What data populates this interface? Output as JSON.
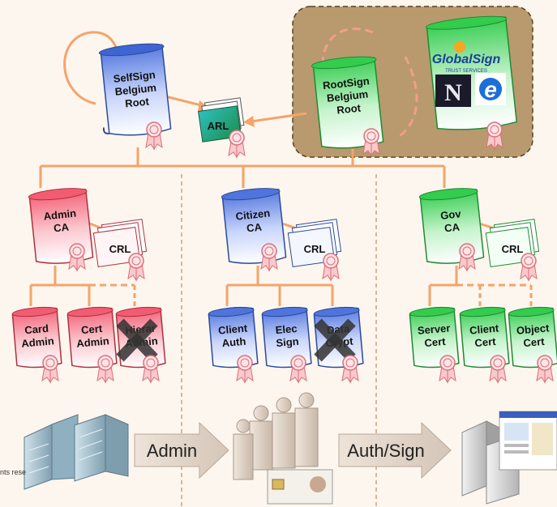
{
  "nodes": {
    "selfsign": [
      "SelfSign",
      "Belgium",
      "Root"
    ],
    "rootsign": [
      "RootSign",
      "Belgium",
      "Root"
    ],
    "arl": "ARL",
    "admin_ca": [
      "Admin",
      "CA"
    ],
    "citizen_ca": [
      "Citizen",
      "CA"
    ],
    "gov_ca": [
      "Gov",
      "CA"
    ],
    "crl": "CRL",
    "card_admin": [
      "Card",
      "Admin"
    ],
    "cert_admin": [
      "Cert",
      "Admin"
    ],
    "hierar_admin": [
      "Hierar",
      "Admin"
    ],
    "client_auth": [
      "Client",
      "Auth"
    ],
    "elec_sign": [
      "Elec",
      "Sign"
    ],
    "data_crypt": [
      "Data",
      "Crypt"
    ],
    "server_cert": [
      "Server",
      "Cert"
    ],
    "client_cert": [
      "Client",
      "Cert"
    ],
    "object_cert": [
      "Object",
      "Cert"
    ]
  },
  "logos": {
    "globalsign": "GlobalSign",
    "globalsign_tagline": "TRUST SERVICES",
    "netscape": "N",
    "ie": "e"
  },
  "flow": {
    "admin": "Admin",
    "authsign": "Auth/Sign"
  },
  "footer": {
    "copyright_fragment": "nts rese"
  },
  "colors": {
    "background": "#fdf6ee",
    "connector": "#f4a46a",
    "red_scroll": "#f3677a",
    "blue_scroll": "#5b7fe0",
    "green_scroll": "#3ecf55",
    "root_box": "#b89a6e"
  }
}
